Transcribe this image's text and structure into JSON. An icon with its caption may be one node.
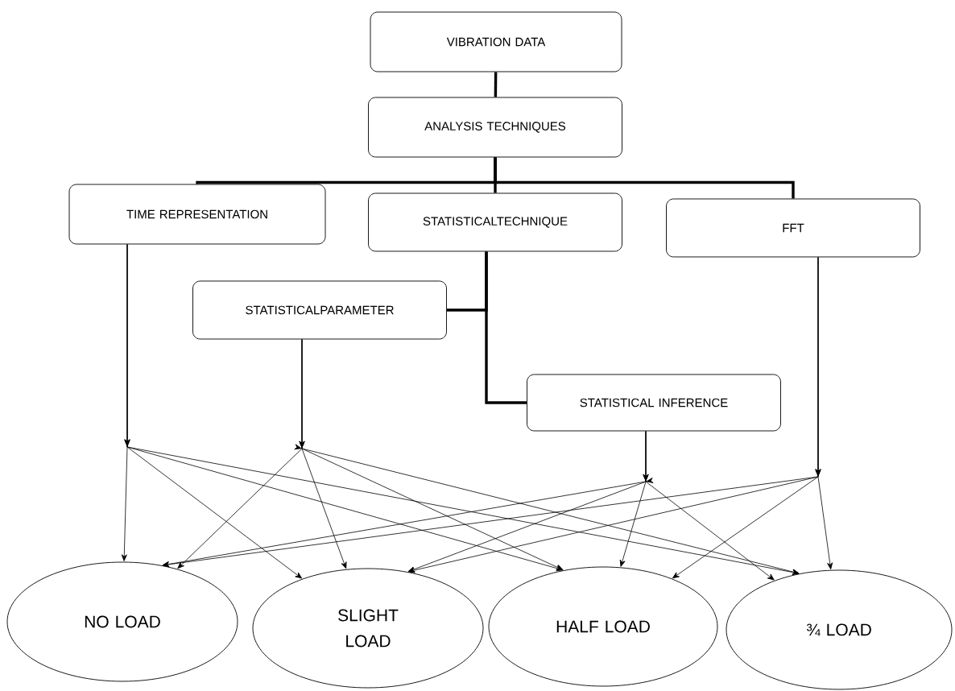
{
  "diagram": {
    "nodes": [
      {
        "text": [
          "VIBRATION DATA"
        ]
      },
      {
        "text": [
          "ANALYSIS TECHNIQUES"
        ]
      },
      {
        "text": [
          "TIME REPRESENTATION"
        ]
      },
      {
        "text": [
          "STATISTICALTECHNIQUE"
        ]
      },
      {
        "text": [
          "FFT"
        ]
      },
      {
        "text": [
          "STATISTICALPARAMETER"
        ]
      },
      {
        "text": [
          "STATISTICAL INFERENCE"
        ]
      },
      {
        "text": [
          "NO LOAD"
        ]
      },
      {
        "text": [
          "SLIGHT LOAD"
        ]
      },
      {
        "text": [
          "HALF LOAD"
        ]
      },
      {
        "text": [
          "¾ LOAD"
        ]
      }
    ],
    "edges": [
      {
        "from": 0,
        "to": 1,
        "arrow": "none",
        "style": "thick"
      },
      {
        "from": 1,
        "to": 2,
        "arrow": "none",
        "style": "thick"
      },
      {
        "from": 1,
        "to": 3,
        "arrow": "none",
        "style": "thick"
      },
      {
        "from": 1,
        "to": 4,
        "arrow": "none",
        "style": "thick"
      },
      {
        "from": 3,
        "to": 5,
        "arrow": "none",
        "style": "thick"
      },
      {
        "from": 3,
        "to": 6,
        "arrow": "none",
        "style": "thick"
      },
      {
        "from": 2,
        "to": 7,
        "arrow": "to"
      },
      {
        "from": 2,
        "to": 8,
        "arrow": "to"
      },
      {
        "from": 2,
        "to": 9,
        "arrow": "to"
      },
      {
        "from": 2,
        "to": 10,
        "arrow": "to"
      },
      {
        "from": 5,
        "to": 7,
        "arrow": "to"
      },
      {
        "from": 5,
        "to": 8,
        "arrow": "to"
      },
      {
        "from": 5,
        "to": 9,
        "arrow": "to"
      },
      {
        "from": 5,
        "to": 10,
        "arrow": "to"
      },
      {
        "from": 6,
        "to": 7,
        "arrow": "to"
      },
      {
        "from": 6,
        "to": 8,
        "arrow": "to"
      },
      {
        "from": 6,
        "to": 9,
        "arrow": "to"
      },
      {
        "from": 6,
        "to": 10,
        "arrow": "to"
      },
      {
        "from": 4,
        "to": 7,
        "arrow": "to"
      },
      {
        "from": 4,
        "to": 8,
        "arrow": "to"
      },
      {
        "from": 4,
        "to": 9,
        "arrow": "to"
      },
      {
        "from": 4,
        "to": 10,
        "arrow": "to"
      }
    ]
  }
}
